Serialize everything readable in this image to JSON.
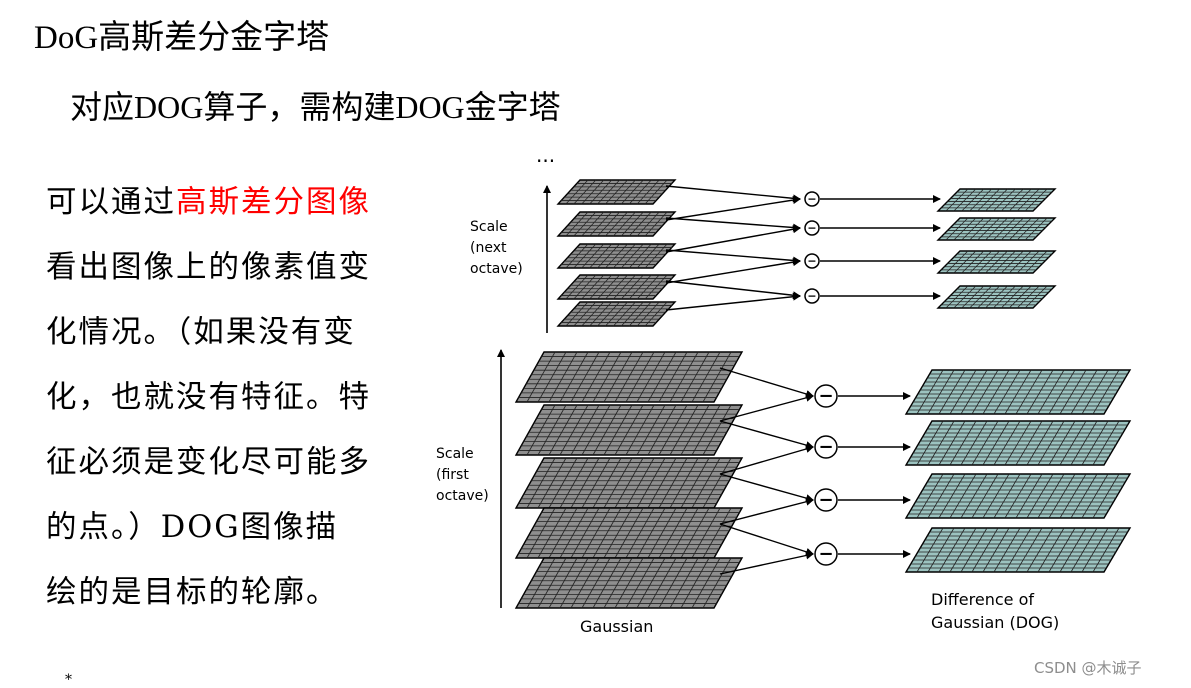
{
  "title": "DoG高斯差分金字塔",
  "subtitle": "对应DOG算子，需构建DOG金字塔",
  "body": {
    "lines": [
      {
        "prefix": "可以通过",
        "highlight": "高斯差分图像",
        "suffix": ""
      },
      {
        "prefix": "看出图像上的像素值变",
        "highlight": "",
        "suffix": ""
      },
      {
        "prefix": "化情况。（如果没有变",
        "highlight": "",
        "suffix": ""
      },
      {
        "prefix": "化，也就没有特征。特",
        "highlight": "",
        "suffix": ""
      },
      {
        "prefix": "征必须是变化尽可能多",
        "highlight": "",
        "suffix": ""
      },
      {
        "prefix": "的点。）DOG图像描",
        "highlight": "",
        "suffix": ""
      },
      {
        "prefix": "绘的是目标的轮廓。",
        "highlight": "",
        "suffix": ""
      }
    ],
    "highlight_color": "#ff0000"
  },
  "diagram": {
    "ellipsis": "...",
    "scale_next": [
      "Scale",
      "(next",
      "octave)"
    ],
    "scale_first": [
      "Scale",
      "(first",
      "octave)"
    ],
    "gaussian_label": "Gaussian",
    "dog_label": [
      "Difference of",
      "Gaussian (DOG)"
    ],
    "minus_symbol": "−",
    "gaussian_color": "#8f8f8f",
    "dog_color": "#9cc3c0"
  },
  "bullet": "*",
  "watermark": "CSDN @木诚子"
}
